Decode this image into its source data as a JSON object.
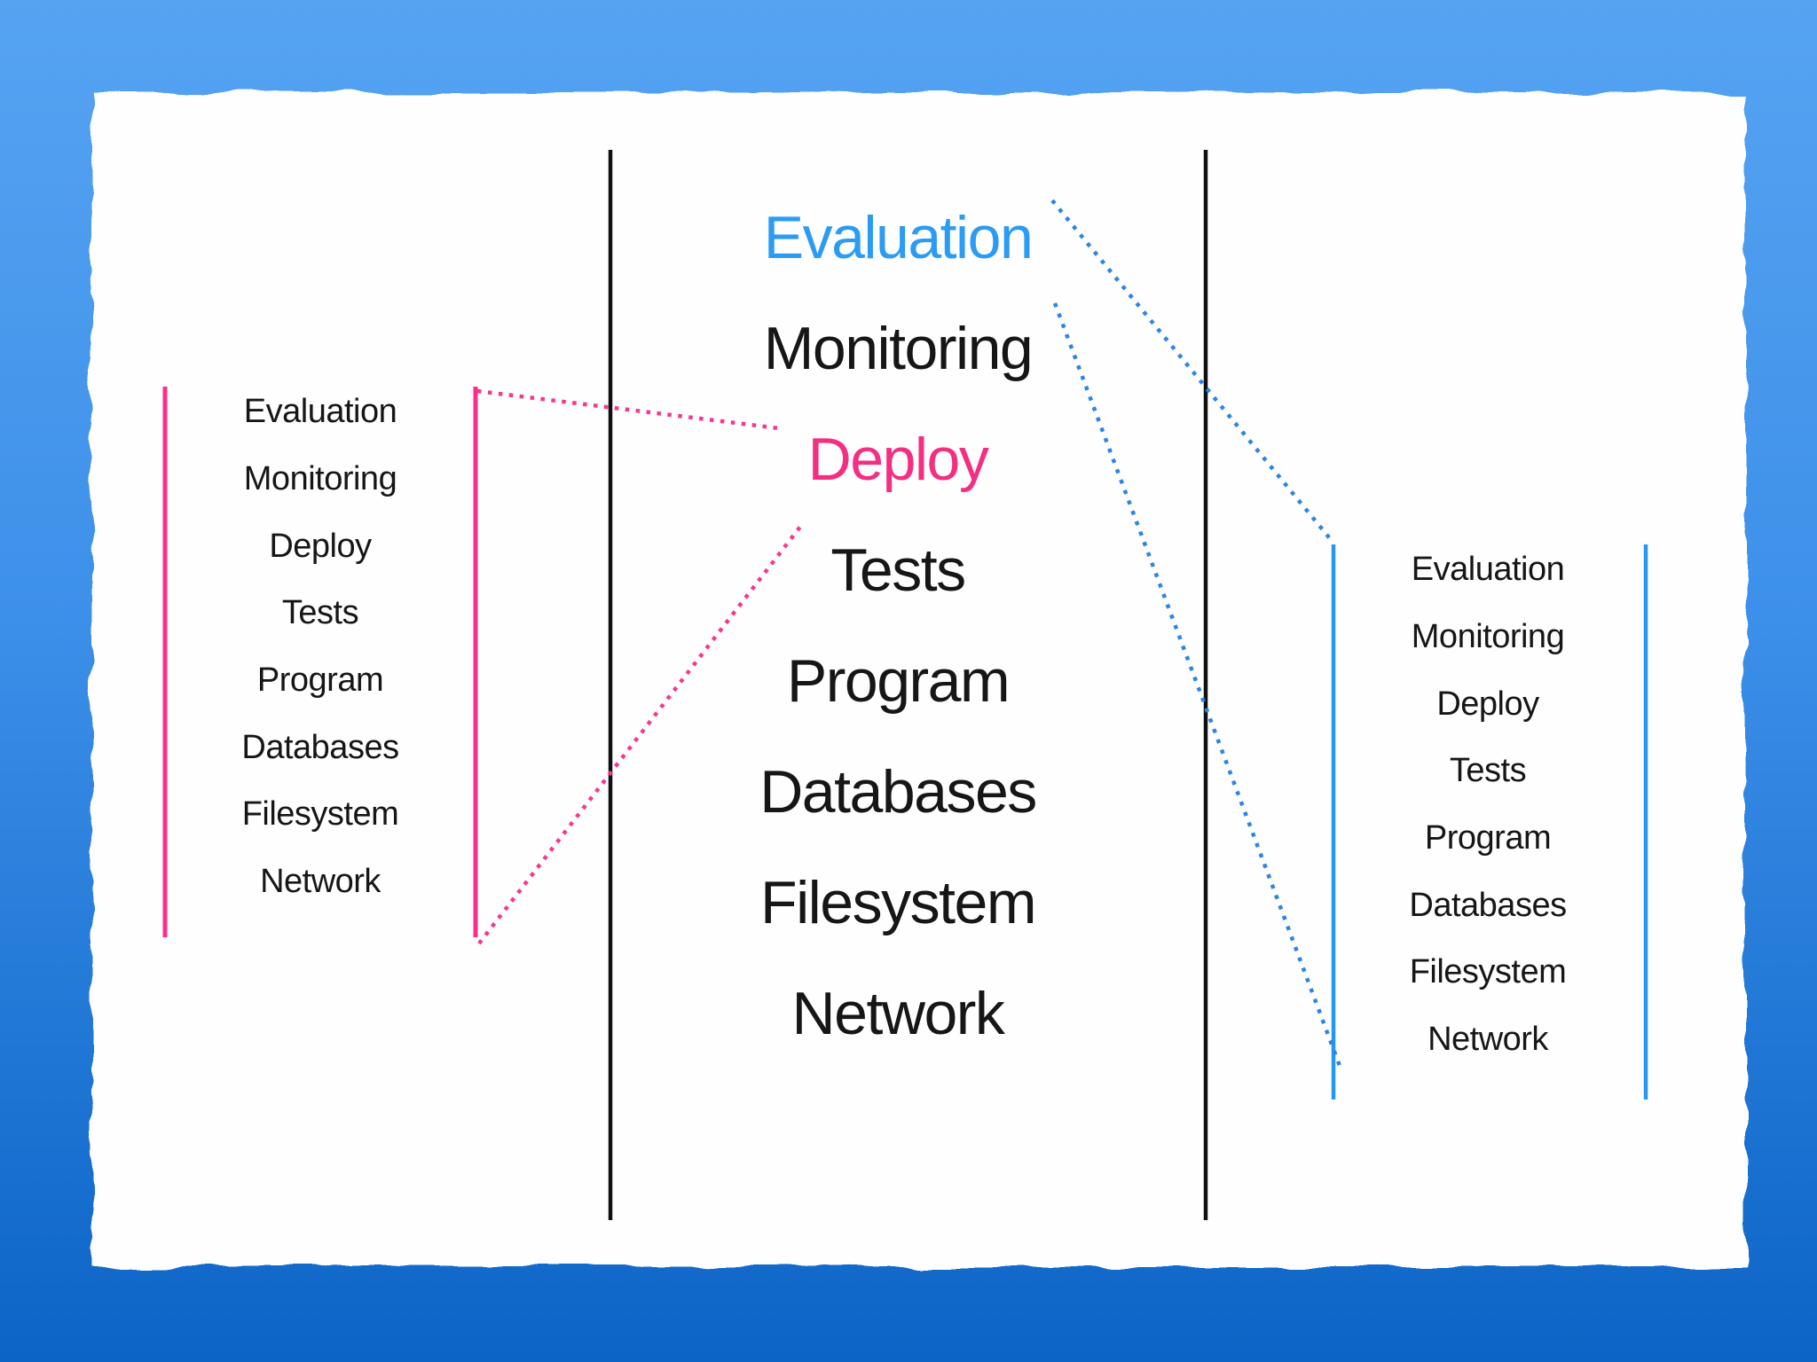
{
  "slide": {
    "center_list": {
      "items": [
        {
          "label": "Evaluation",
          "color": "#2b9bf3"
        },
        {
          "label": "Monitoring",
          "color": "#161616"
        },
        {
          "label": "Deploy",
          "color": "#f42e80"
        },
        {
          "label": "Tests",
          "color": "#161616"
        },
        {
          "label": "Program",
          "color": "#161616"
        },
        {
          "label": "Databases",
          "color": "#161616"
        },
        {
          "label": "Filesystem",
          "color": "#161616"
        },
        {
          "label": "Network",
          "color": "#161616"
        }
      ]
    },
    "left_list": {
      "items": [
        "Evaluation",
        "Monitoring",
        "Deploy",
        "Tests",
        "Program",
        "Databases",
        "Filesystem",
        "Network"
      ]
    },
    "right_list": {
      "items": [
        "Evaluation",
        "Monitoring",
        "Deploy",
        "Tests",
        "Program",
        "Databases",
        "Filesystem",
        "Network"
      ]
    }
  },
  "icons": {
    "left_bracket": "pink-bracket-lines",
    "right_bracket": "blue-bracket-lines",
    "connectors": [
      "pink-dotted-connector-top",
      "pink-dotted-connector-bottom",
      "blue-dotted-connector-top",
      "blue-dotted-connector-bottom"
    ]
  },
  "colors": {
    "background_top": "#56a3f2",
    "background_bottom": "#0c64c6",
    "slide_fill": "#fefefe",
    "divider_black": "#101010",
    "bracket_pink": "#ff2d89",
    "bracket_blue": "#2697f0",
    "dotted_pink": "#f8368f",
    "dotted_blue": "#2d84e4",
    "text_black": "#161616",
    "text_blue": "#2b9bf3",
    "text_pink": "#f42e80"
  }
}
